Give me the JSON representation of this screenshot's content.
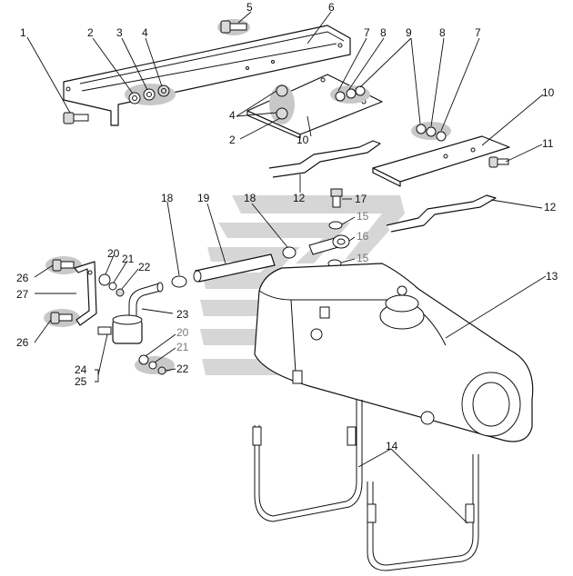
{
  "callouts": [
    {
      "id": "c1",
      "text": "1"
    },
    {
      "id": "c2a",
      "text": "2"
    },
    {
      "id": "c3",
      "text": "3"
    },
    {
      "id": "c4a",
      "text": "4"
    },
    {
      "id": "c5",
      "text": "5"
    },
    {
      "id": "c6",
      "text": "6"
    },
    {
      "id": "c7a",
      "text": "7"
    },
    {
      "id": "c8a",
      "text": "8"
    },
    {
      "id": "c9",
      "text": "9"
    },
    {
      "id": "c8b",
      "text": "8"
    },
    {
      "id": "c7b",
      "text": "7"
    },
    {
      "id": "c4b",
      "text": "4"
    },
    {
      "id": "c2b",
      "text": "2"
    },
    {
      "id": "c10a",
      "text": "10"
    },
    {
      "id": "c10b",
      "text": "10"
    },
    {
      "id": "c11",
      "text": "11"
    },
    {
      "id": "c12a",
      "text": "12"
    },
    {
      "id": "c17",
      "text": "17"
    },
    {
      "id": "c15a",
      "text": "15"
    },
    {
      "id": "c16",
      "text": "16"
    },
    {
      "id": "c15b",
      "text": "15"
    },
    {
      "id": "c12b",
      "text": "12"
    },
    {
      "id": "c18a",
      "text": "18"
    },
    {
      "id": "c19",
      "text": "19"
    },
    {
      "id": "c18b",
      "text": "18"
    },
    {
      "id": "c13",
      "text": "13"
    },
    {
      "id": "c20a",
      "text": "20"
    },
    {
      "id": "c21a",
      "text": "21"
    },
    {
      "id": "c22a",
      "text": "22"
    },
    {
      "id": "c26a",
      "text": "26"
    },
    {
      "id": "c27",
      "text": "27"
    },
    {
      "id": "c26b",
      "text": "26"
    },
    {
      "id": "c23",
      "text": "23"
    },
    {
      "id": "c20b",
      "text": "20"
    },
    {
      "id": "c21b",
      "text": "21"
    },
    {
      "id": "c22b",
      "text": "22"
    },
    {
      "id": "c24",
      "text": "24"
    },
    {
      "id": "c25",
      "text": "25"
    },
    {
      "id": "c14",
      "text": "14"
    }
  ]
}
